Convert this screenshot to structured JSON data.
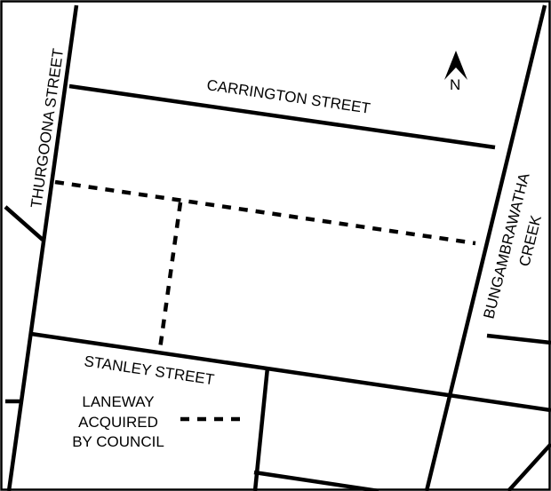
{
  "map": {
    "streets": {
      "carrington": "CARRINGTON STREET",
      "thurgoona": "THURGOONA STREET",
      "stanley": "STANLEY STREET"
    },
    "creek": {
      "line1": "BUNGAMBRAWATHA",
      "line2": "CREEK"
    },
    "north_label": "N",
    "legend": {
      "line1": "LANEWAY",
      "line2": "ACQUIRED",
      "line3": "BY COUNCIL"
    }
  }
}
